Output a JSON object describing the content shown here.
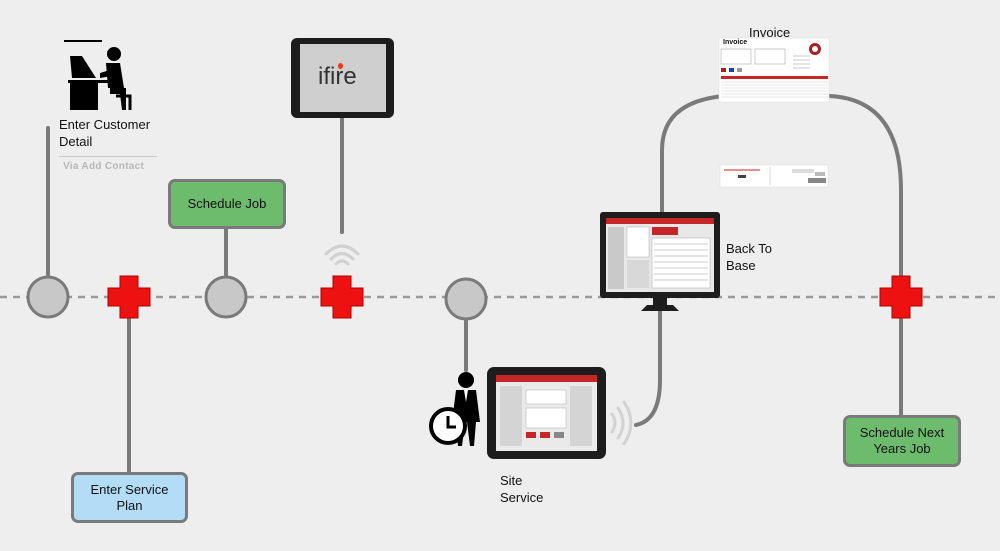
{
  "steps": {
    "enter_customer": {
      "line1": "Enter Customer",
      "line2": "Detail",
      "sub": "Via Add Contact"
    },
    "schedule_job": "Schedule Job",
    "enter_service_plan": {
      "line1": "Enter Service",
      "line2": "Plan"
    },
    "site_service": {
      "line1": "Site",
      "line2": "Service"
    },
    "back_to_base": {
      "line1": "Back To",
      "line2": "Base"
    },
    "invoice": "Invoice",
    "schedule_next": {
      "line1": "Schedule Next",
      "line2": "Years Job"
    }
  },
  "devices": {
    "tablet_brand": "ifire"
  },
  "invoice_doc": {
    "heading": "Invoice"
  },
  "colors": {
    "background": "#eeeeee",
    "connector": "#7a7a7a",
    "timeline": "#9a9a9a",
    "node": "#c8c8c8",
    "cross": "#ee1111",
    "green_box": "#6dbb6d",
    "blue_box": "#b3dcf7"
  }
}
